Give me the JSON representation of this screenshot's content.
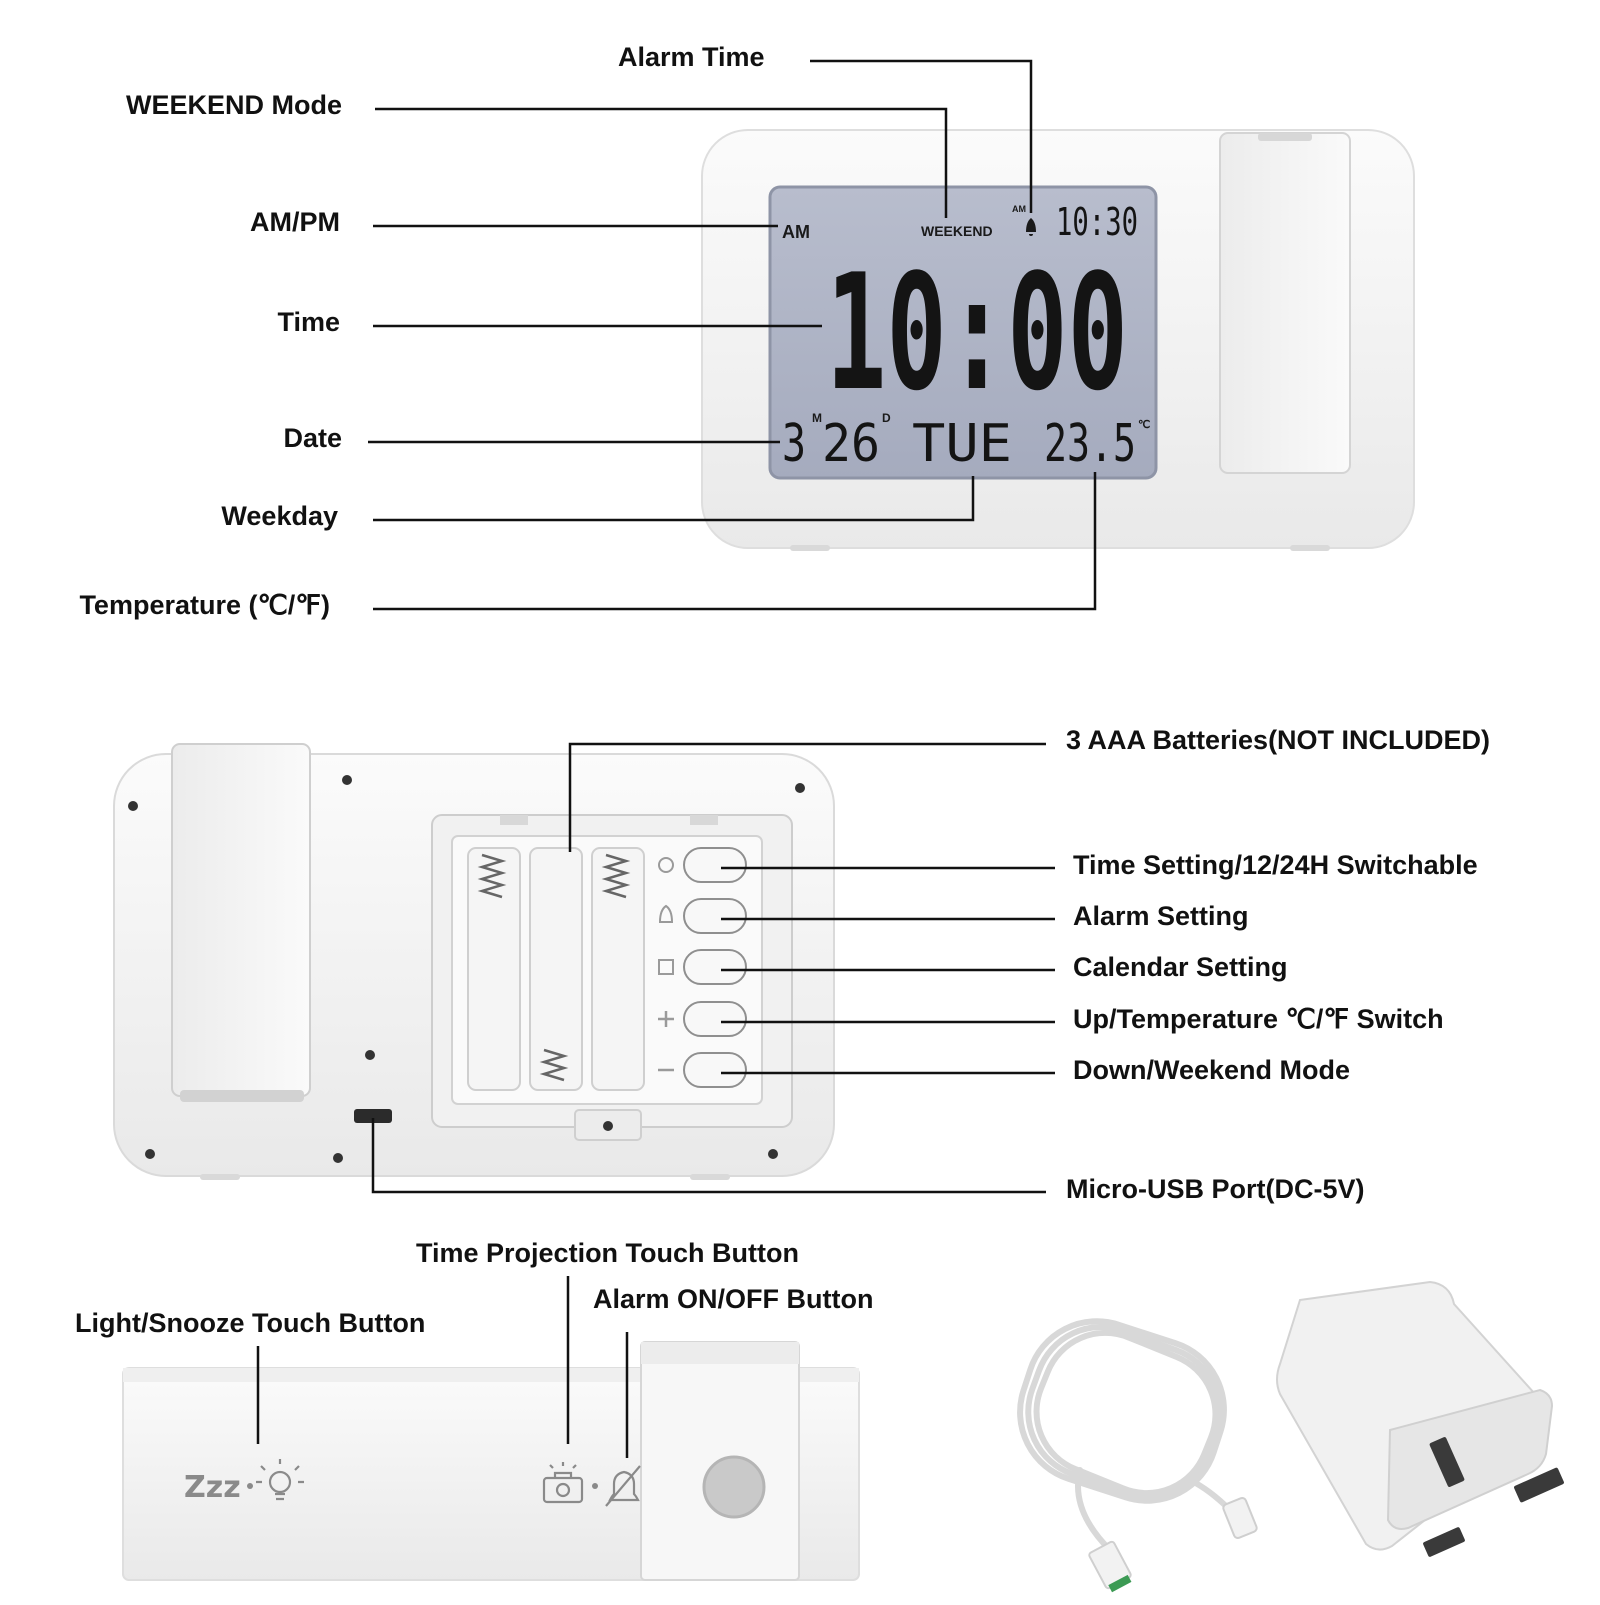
{
  "display": {
    "ampm": "AM",
    "weekend": "WEEKEND",
    "alarm_ampm": "AM",
    "alarm_time": "10:30",
    "time": "10:00",
    "month": "3",
    "month_mark": "M",
    "day": "26",
    "day_mark": "D",
    "weekday": "TUE",
    "temperature": "23.5",
    "temp_unit": "℃"
  },
  "front_labels": [
    {
      "id": "alarm-time",
      "text": "Alarm Time"
    },
    {
      "id": "weekend-mode",
      "text": "WEEKEND Mode"
    },
    {
      "id": "am-pm",
      "text": "AM/PM"
    },
    {
      "id": "time",
      "text": "Time"
    },
    {
      "id": "date",
      "text": "Date"
    },
    {
      "id": "weekday",
      "text": "Weekday"
    },
    {
      "id": "temperature",
      "text": "Temperature (℃/℉)"
    }
  ],
  "back_labels": [
    {
      "id": "batteries",
      "text": "3 AAA Batteries(NOT INCLUDED)"
    },
    {
      "id": "time-setting",
      "text": "Time Setting/12/24H Switchable"
    },
    {
      "id": "alarm-setting",
      "text": "Alarm Setting"
    },
    {
      "id": "calendar-setting",
      "text": "Calendar Setting"
    },
    {
      "id": "up-temp-switch",
      "text": "Up/Temperature ℃/℉ Switch"
    },
    {
      "id": "down-weekend",
      "text": "Down/Weekend Mode"
    },
    {
      "id": "micro-usb",
      "text": "Micro-USB Port(DC-5V)"
    }
  ],
  "top_labels": [
    {
      "id": "time-projection",
      "text": "Time Projection Touch Button"
    },
    {
      "id": "alarm-onoff",
      "text": "Alarm ON/OFF Button"
    },
    {
      "id": "light-snooze",
      "text": "Light/Snooze Touch Button"
    }
  ],
  "top_icons": {
    "snooze_text": "Zzz"
  },
  "colors": {
    "lcd_background": "#aeb4c6",
    "body": "#f4f4f4",
    "line": "#111111"
  }
}
